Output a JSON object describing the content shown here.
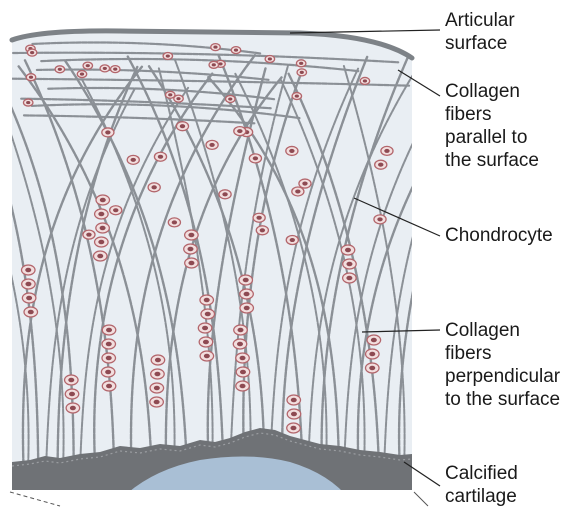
{
  "labels": {
    "articular_surface": "Articular\nsurface",
    "collagen_parallel": "Collagen\nfibers\nparallel to\nthe surface",
    "chondrocyte": "Chondrocyte",
    "collagen_perpendicular": "Collagen\nfibers\nperpendicular\nto the surface",
    "calcified_cartilage": "Calcified\ncartilage"
  },
  "colors": {
    "matrix": "#e9eef3",
    "fiber": "#8b9096",
    "cell_fill": "#f2dede",
    "cell_ring": "#b3666c",
    "nucleus": "#8e4a52",
    "calcified_band": "#6f7276",
    "bone": "#a9bfd5",
    "leader": "#222222"
  }
}
